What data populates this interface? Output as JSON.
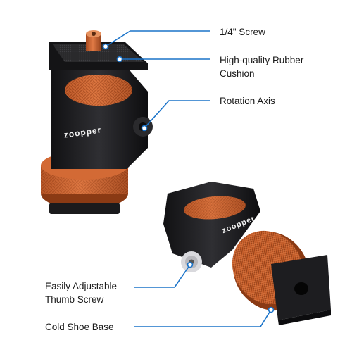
{
  "brand": "zoopper",
  "colors": {
    "accent": "#c8602c",
    "callout_line": "#1a73c9",
    "body": "#1c1c1e",
    "text": "#1a1a1a",
    "background": "#ffffff"
  },
  "callouts": {
    "screw": "1/4\" Screw",
    "cushion_line1": "High-quality Rubber",
    "cushion_line2": "Cushion",
    "rotation": "Rotation Axis",
    "thumb_line1": "Easily Adjustable",
    "thumb_line2": "Thumb Screw",
    "cold_shoe": "Cold Shoe Base"
  }
}
